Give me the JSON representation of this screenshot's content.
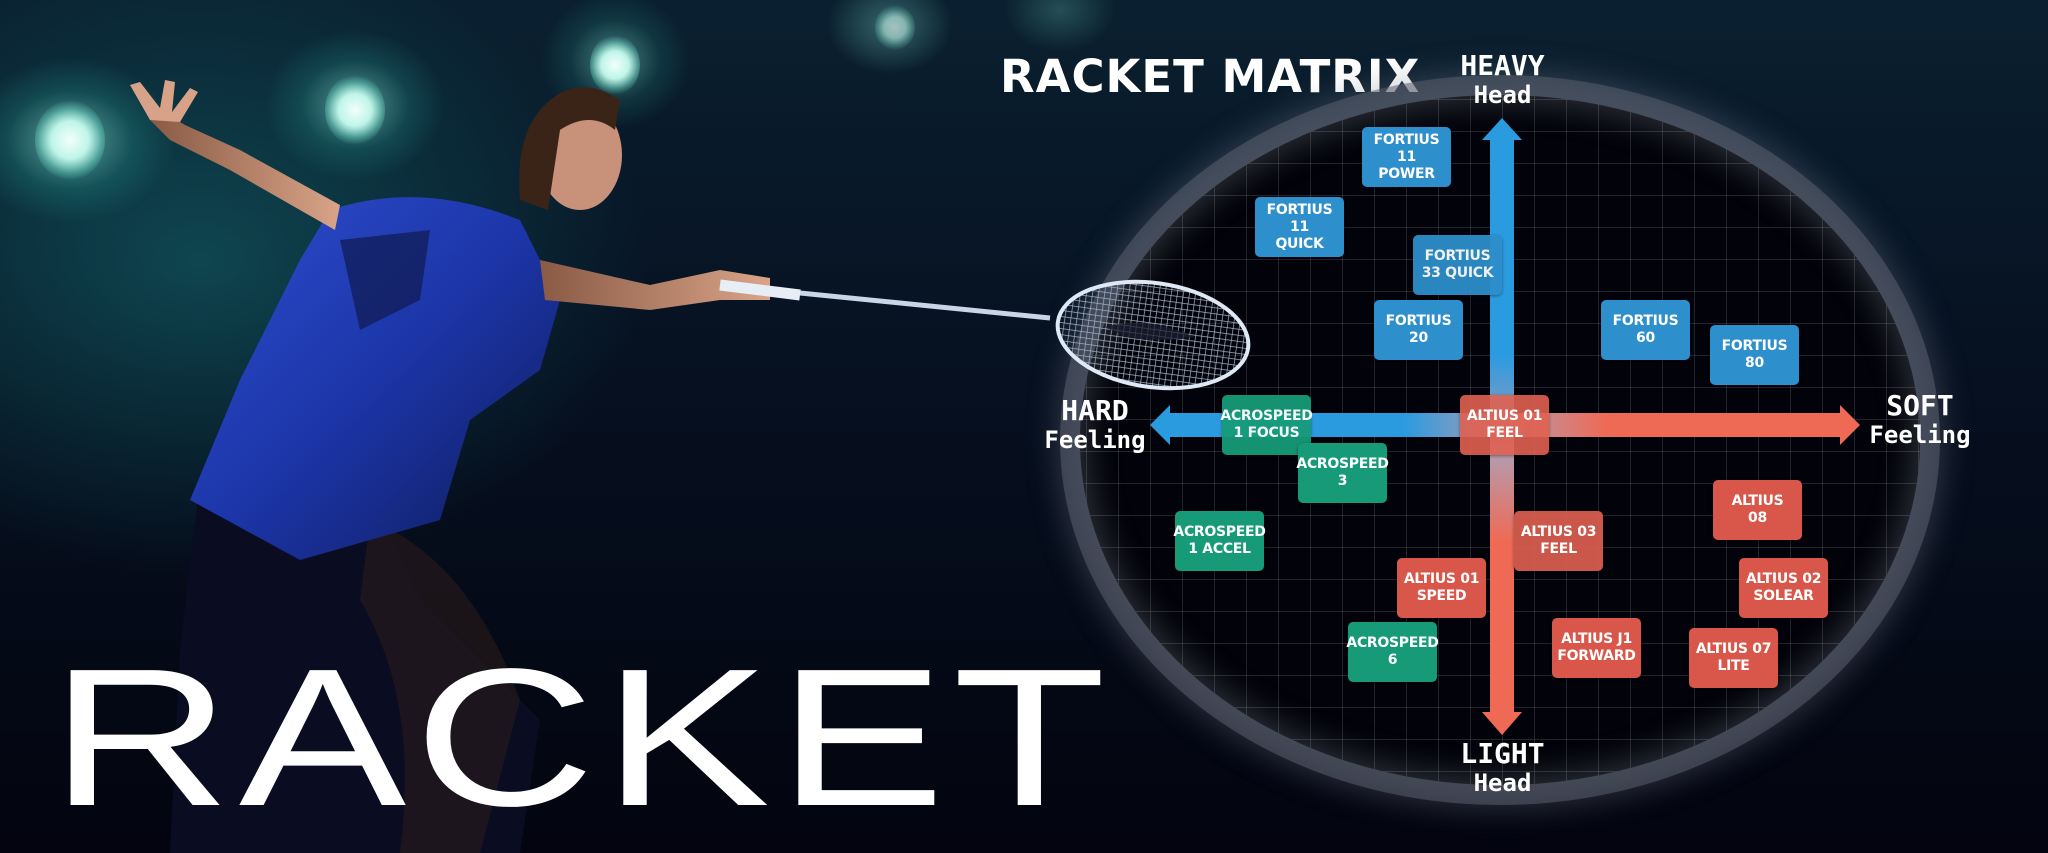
{
  "headline": "RACKET",
  "matrix": {
    "title": "RACKET MATRIX",
    "axes": {
      "top": {
        "main": "HEAVY",
        "sub": "Head"
      },
      "bottom": {
        "main": "LIGHT",
        "sub": "Head"
      },
      "left": {
        "main": "HARD",
        "sub": "Feeling"
      },
      "right": {
        "main": "SOFT",
        "sub": "Feeling"
      }
    },
    "colors": {
      "fortius": "#2d8fcb",
      "acrospeed": "#169a78",
      "altius": "#d9574a",
      "axis_blue": "#2b9be0",
      "axis_red": "#ef6a55"
    },
    "products": [
      {
        "line1": "FORTIUS 11",
        "line2": "POWER",
        "series": "fortius"
      },
      {
        "line1": "FORTIUS 11",
        "line2": "QUICK",
        "series": "fortius"
      },
      {
        "line1": "FORTIUS",
        "line2": "33 QUICK",
        "series": "fortius"
      },
      {
        "line1": "FORTIUS",
        "line2": "20",
        "series": "fortius"
      },
      {
        "line1": "FORTIUS",
        "line2": "60",
        "series": "fortius"
      },
      {
        "line1": "FORTIUS",
        "line2": "80",
        "series": "fortius"
      },
      {
        "line1": "ACROSPEED",
        "line2": "1 FOCUS",
        "series": "acrospeed"
      },
      {
        "line1": "ALTIUS 01",
        "line2": "FEEL",
        "series": "altius"
      },
      {
        "line1": "ACROSPEED",
        "line2": "3",
        "series": "acrospeed"
      },
      {
        "line1": "ACROSPEED",
        "line2": "1 ACCEL",
        "series": "acrospeed"
      },
      {
        "line1": "ALTIUS",
        "line2": "08",
        "series": "altius"
      },
      {
        "line1": "ALTIUS 03",
        "line2": "FEEL",
        "series": "altius"
      },
      {
        "line1": "ALTIUS 01",
        "line2": "SPEED",
        "series": "altius"
      },
      {
        "line1": "ALTIUS 02",
        "line2": "SOLEAR",
        "series": "altius"
      },
      {
        "line1": "ACROSPEED",
        "line2": "6",
        "series": "acrospeed"
      },
      {
        "line1": "ALTIUS J1",
        "line2": "FORWARD",
        "series": "altius"
      },
      {
        "line1": "ALTIUS 07",
        "line2": "LITE",
        "series": "altius"
      }
    ]
  }
}
